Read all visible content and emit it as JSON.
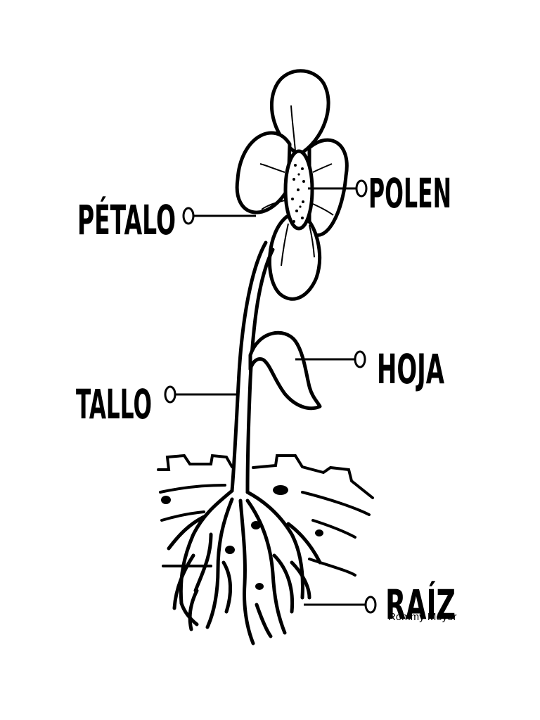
{
  "diagram": {
    "labels": {
      "petalo": "PÉTALO",
      "polen": "POLEN",
      "hoja": "HOJA",
      "tallo": "TALLO",
      "raiz": "RAÍZ"
    },
    "watermark": "Rommy Meyer",
    "line_color": "#000000",
    "background_color": "#ffffff"
  }
}
